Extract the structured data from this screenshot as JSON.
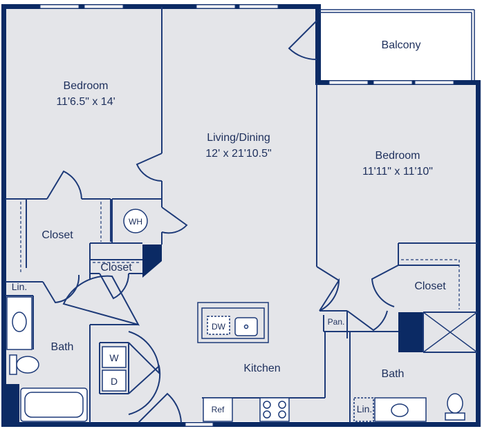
{
  "colors": {
    "wall": "#0b2a64",
    "floor": "#e4e5e9",
    "balcony_floor": "#ffffff",
    "line": "#1d3a78",
    "text": "#1d2f5c"
  },
  "rooms": {
    "bedroom_left": {
      "name": "Bedroom",
      "size": "11'6.5\" x 14'"
    },
    "living": {
      "name": "Living/Dining",
      "size": "12' x 21'10.5\""
    },
    "bedroom_right": {
      "name": "Bedroom",
      "size": "11'11\" x 11'10\""
    },
    "balcony": {
      "name": "Balcony"
    },
    "closet_left": {
      "name": "Closet"
    },
    "closet_small": {
      "name": "Closet"
    },
    "closet_right": {
      "name": "Closet"
    },
    "bath_left": {
      "name": "Bath"
    },
    "bath_right": {
      "name": "Bath"
    },
    "kitchen": {
      "name": "Kitchen"
    }
  },
  "fixtures": {
    "water_heater": "WH",
    "washer": "W",
    "dryer": "D",
    "dishwasher": "DW",
    "refrigerator": "Ref",
    "pantry": "Pan.",
    "linen_left": "Lin.",
    "linen_right": "Lin."
  }
}
